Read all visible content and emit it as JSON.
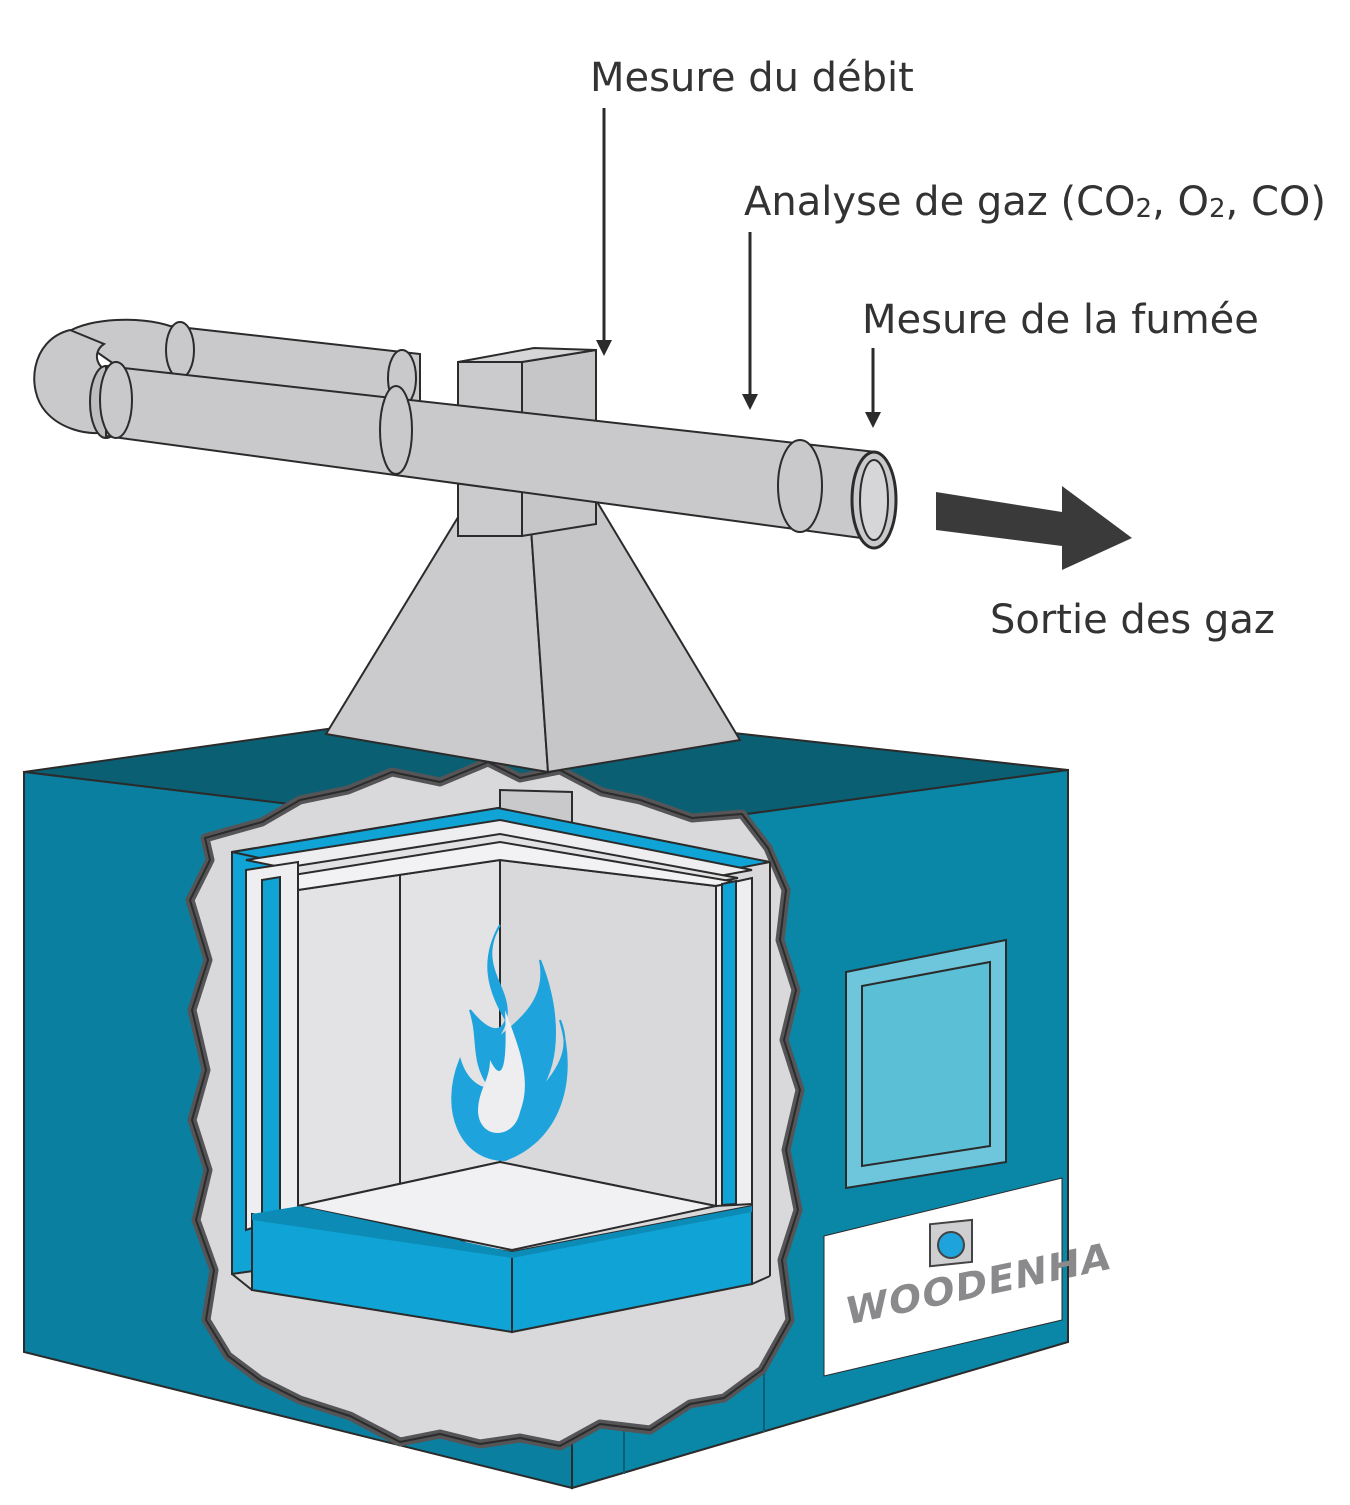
{
  "labels": {
    "flow": "Mesure du débit",
    "gas_analysis": "Analyse de gaz (CO2, O2, CO)",
    "gas_analysis_parts": [
      "Analyse de gaz (CO",
      "2",
      ", O",
      "2",
      ", CO)"
    ],
    "smoke": "Mesure de la fumée",
    "exhaust": "Sortie des gaz"
  },
  "logo": {
    "text": "WOODENHA"
  },
  "colors": {
    "duct": "#c9c8ca",
    "duct_stroke": "#3a3a3a",
    "box_front": "#0b7f9f",
    "box_side": "#0a86a6",
    "box_top": "#0b5f72",
    "insulation": "#d9d8da",
    "inner_blue": "#0fa3d6",
    "flame": "#1fa3dc",
    "arrow": "#3a3a3a"
  }
}
